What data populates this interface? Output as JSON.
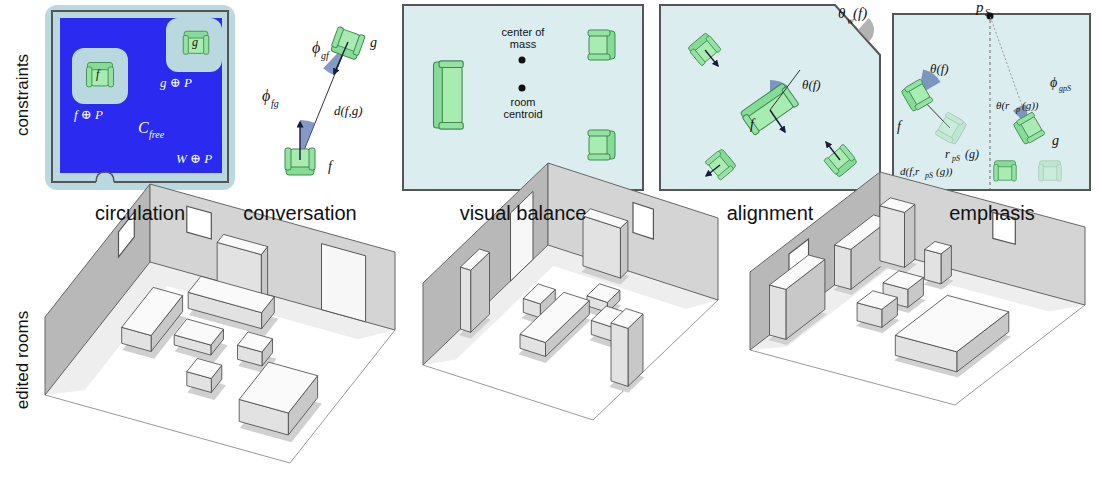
{
  "diagram": {
    "labels": [
      "constraints",
      "edited rooms",
      "circulation",
      "conversation",
      "visual balance",
      "alignment",
      "emphasis",
      "f",
      "g",
      "f ⊕ P",
      "g ⊕ P",
      "C",
      "free",
      "W ⊕ P",
      "ϕ",
      "fg",
      "ϕ",
      "gf",
      "d(f,g)",
      "f",
      "g",
      "center of mass",
      "room centroid",
      "θ",
      "w",
      "(f)",
      "f",
      "θ(f)",
      "p",
      "S",
      "f",
      "θ(f)",
      "d(f,r",
      "pS",
      "(g))",
      "θ(r",
      "p",
      "(g))",
      "ϕ",
      "gpS",
      "r",
      "pS",
      "(g)",
      "g"
    ]
  }
}
